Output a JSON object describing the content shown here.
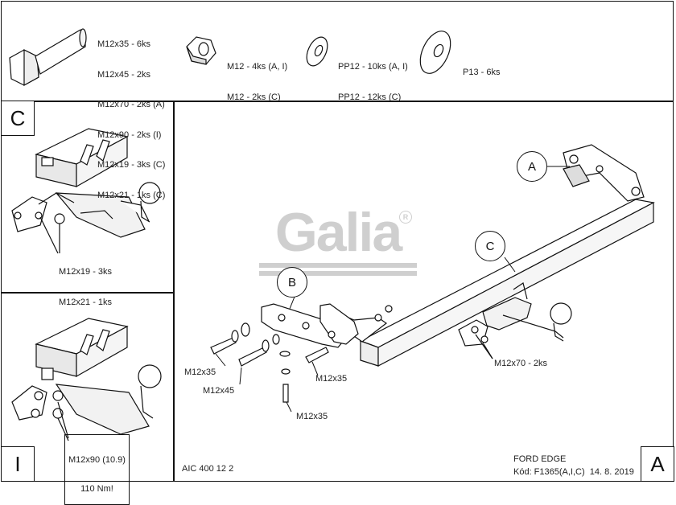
{
  "header": {
    "bolts": [
      "M12x35 - 6ks",
      "M12x45 - 2ks",
      "M12x70 - 2ks (A)",
      "M12x90 - 2ks (I)",
      "M12x19 - 3ks (C)",
      "M12x21 - 1ks (C)"
    ],
    "nuts": [
      "M12 - 4ks (A, I)",
      "M12 - 2ks (C)"
    ],
    "washers": [
      "PP12 - 10ks (A, I)",
      "PP12 - 12ks (C)"
    ],
    "plates": [
      "P13 - 6ks"
    ]
  },
  "panel_c": {
    "letter": "C",
    "bolts": [
      "M12x19 - 3ks",
      "M12x21 - 1ks"
    ]
  },
  "panel_i": {
    "letter": "I",
    "spec": [
      "M12x90 (10.9)",
      "110 Nm!"
    ]
  },
  "main": {
    "logo": "Galia",
    "callouts": {
      "a": "A",
      "b": "B",
      "c": "C"
    },
    "labels": {
      "m12x35_left": "M12x35",
      "m12x45": "M12x45",
      "m12x35_bottom": "M12x35",
      "m12x35_right": "M12x35",
      "m12x70": "M12x70 - 2ks"
    },
    "doc_code": "AIC 400 12 2",
    "vehicle": "FORD EDGE",
    "kod": "Kód: F1365(A,I,C)  14. 8. 2019",
    "letter": "A"
  }
}
